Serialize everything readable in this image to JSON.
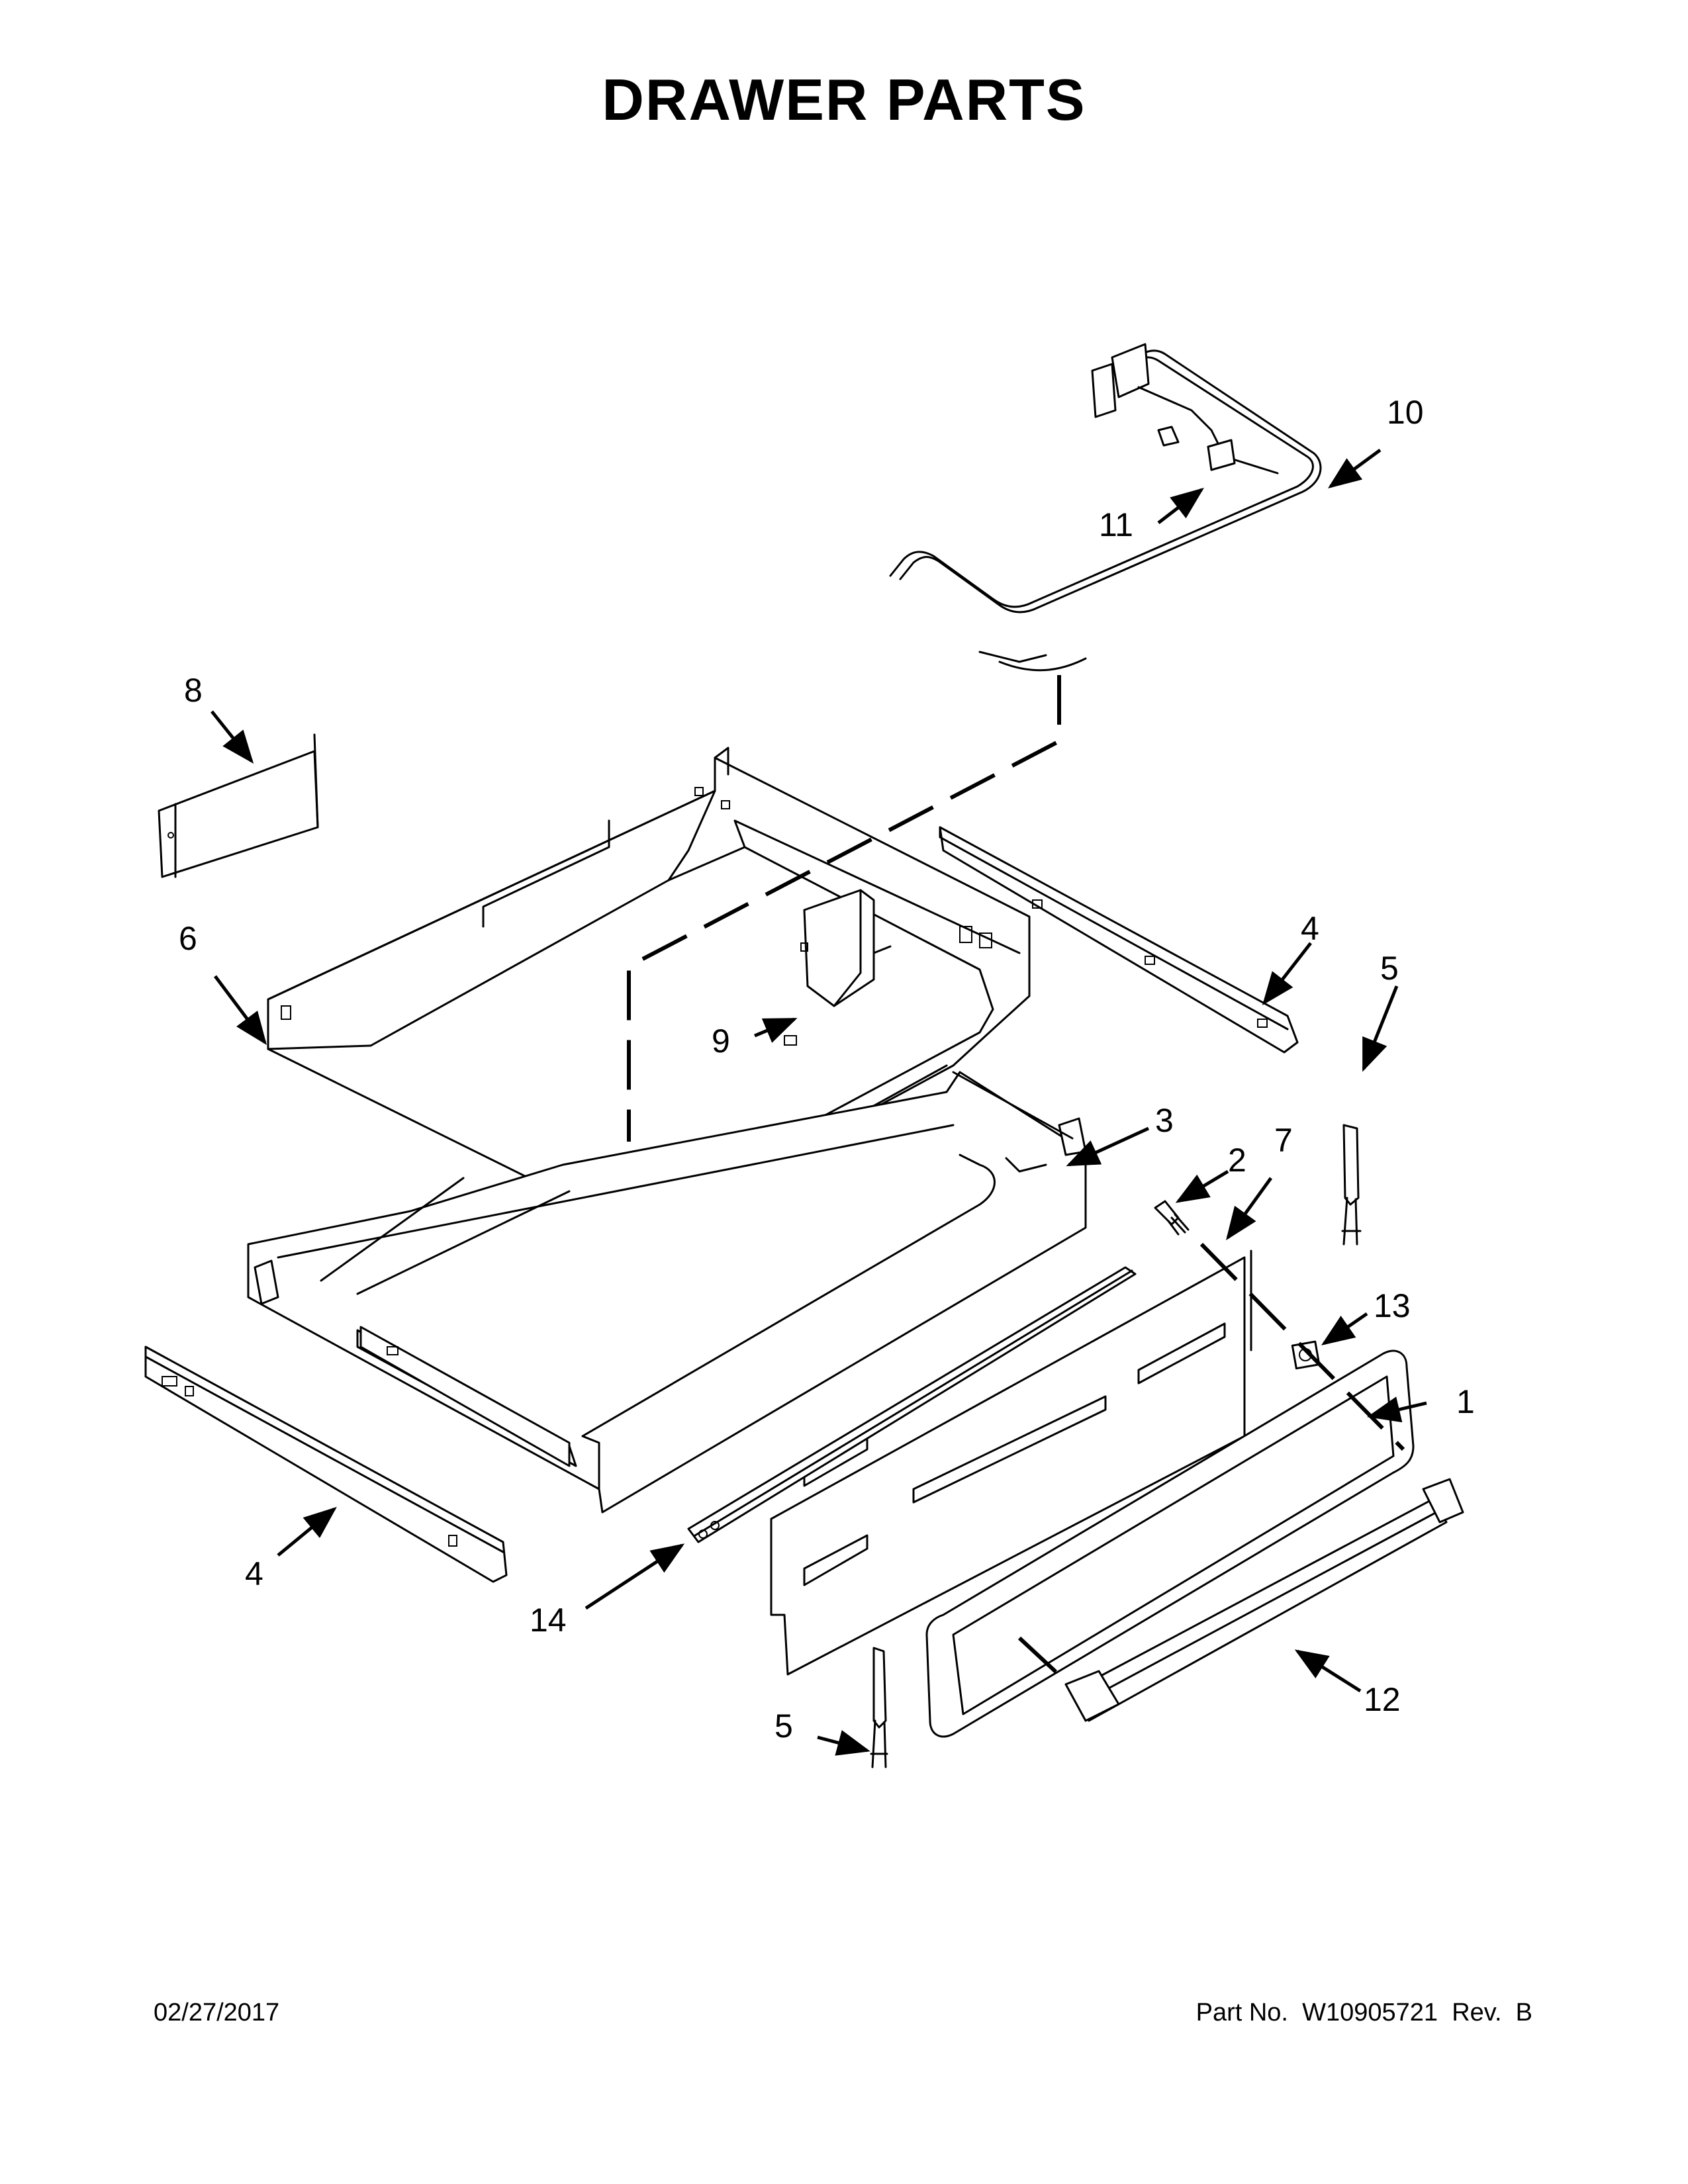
{
  "title": "DRAWER PARTS",
  "footer": {
    "date": "02/27/2017",
    "part_label": "Part No.",
    "part_number": "W10905721",
    "rev_label": "Rev.",
    "rev": "B"
  },
  "callouts": [
    {
      "id": "c1",
      "label": "1"
    },
    {
      "id": "c2",
      "label": "2"
    },
    {
      "id": "c3",
      "label": "3"
    },
    {
      "id": "c4a",
      "label": "4"
    },
    {
      "id": "c4b",
      "label": "4"
    },
    {
      "id": "c5a",
      "label": "5"
    },
    {
      "id": "c5b",
      "label": "5"
    },
    {
      "id": "c6",
      "label": "6"
    },
    {
      "id": "c7",
      "label": "7"
    },
    {
      "id": "c8",
      "label": "8"
    },
    {
      "id": "c9",
      "label": "9"
    },
    {
      "id": "c10",
      "label": "10"
    },
    {
      "id": "c11",
      "label": "11"
    },
    {
      "id": "c12",
      "label": "12"
    },
    {
      "id": "c13",
      "label": "13"
    },
    {
      "id": "c14",
      "label": "14"
    }
  ]
}
